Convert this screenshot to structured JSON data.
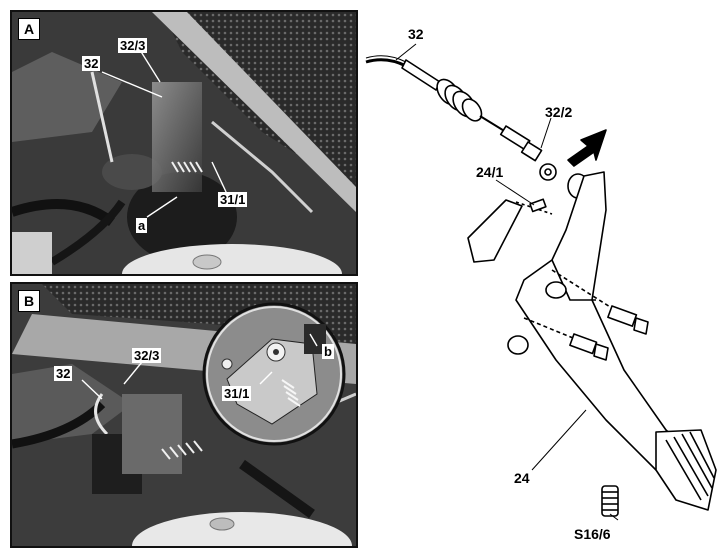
{
  "photo_a": {
    "panel_letter": "A",
    "labels": {
      "l_32": "32",
      "l_32_3": "32/3",
      "l_a": "a",
      "l_31_1": "31/1"
    }
  },
  "photo_b": {
    "panel_letter": "B",
    "labels": {
      "l_32": "32",
      "l_32_3": "32/3",
      "l_31_1": "31/1",
      "l_b": "b"
    }
  },
  "drawing": {
    "labels": {
      "l_32": "32",
      "l_32_2": "32/2",
      "l_24_1": "24/1",
      "l_24": "24",
      "l_s16_6": "S16/6"
    }
  }
}
